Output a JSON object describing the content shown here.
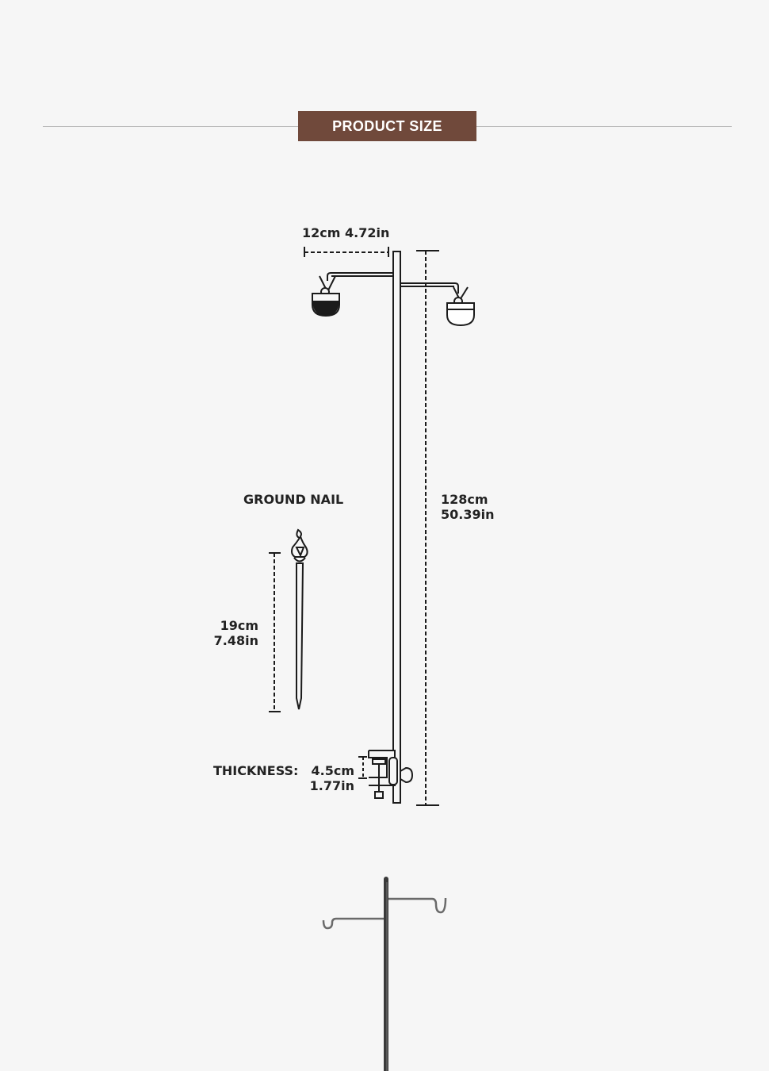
{
  "header": {
    "title": "PRODUCT SIZE",
    "line_color": "#b9b9b9",
    "badge_color": "#70493b"
  },
  "dimensions": {
    "arm_length": "12cm 4.72in",
    "pole_height_cm": "128cm",
    "pole_height_in": "50.39in",
    "ground_nail_title": "GROUND NAIL",
    "nail_length_cm": "19cm",
    "nail_length_in": "7.48in",
    "thickness_label": "THICKNESS",
    "thickness_cm": "4.5cm",
    "thickness_in": "1.77in"
  }
}
